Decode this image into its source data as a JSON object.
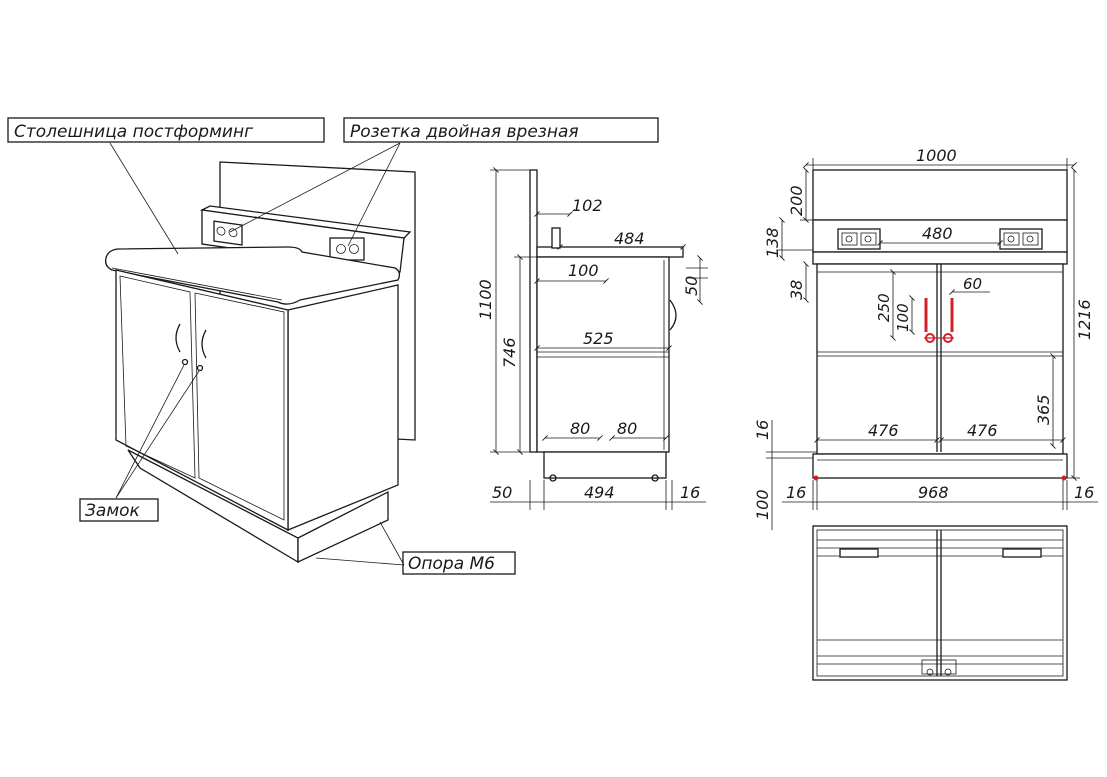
{
  "labels": {
    "countertop": "Столешница постформинг",
    "socket": "Розетка двойная врезная",
    "lock": "Замок",
    "support": "Опора М6"
  },
  "dimensions": {
    "side": {
      "height_total": "1100",
      "height_body": "746",
      "top_offset": "102",
      "shelf_depth": "484",
      "inner_offset": "100",
      "handle_gap": "50",
      "inner_depth": "525",
      "hole_left": "80",
      "hole_right": "80",
      "left_offset": "50",
      "base_depth": "494",
      "right_offset": "16"
    },
    "front": {
      "width_total": "1000",
      "panel_height": "200",
      "socket_zone": "138",
      "socket_spacing": "480",
      "rail": "38",
      "handle_offset": "60",
      "handle_height": "250",
      "handle_len": "100",
      "height_total": "1216",
      "shelf_height": "365",
      "door_left": "476",
      "door_right": "476",
      "plinth_gap": "16",
      "plinth_height": "100",
      "side_left": "16",
      "inner_width": "968",
      "side_right": "16"
    }
  },
  "colors": {
    "line": "#1a1a1a",
    "accent": "#d0202a"
  }
}
